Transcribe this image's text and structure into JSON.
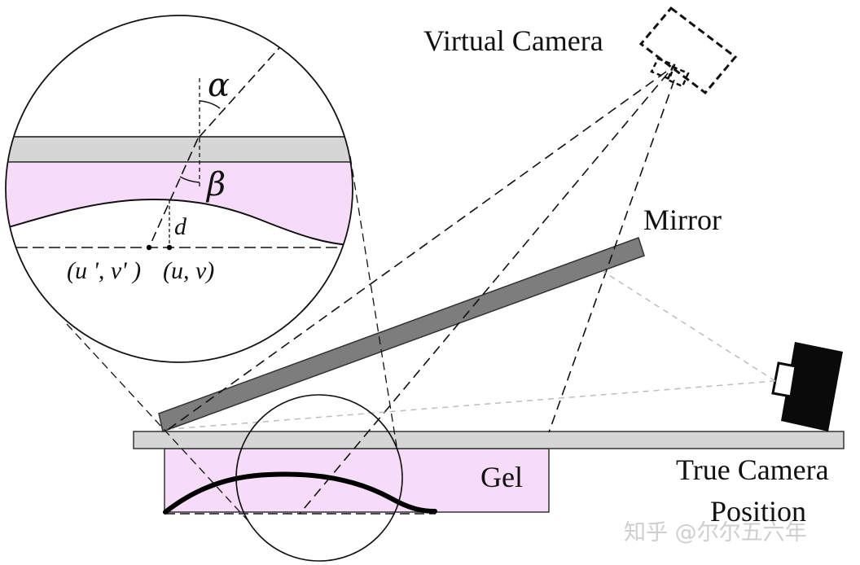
{
  "labels": {
    "virtual_camera": "Virtual Camera",
    "mirror": "Mirror",
    "true_camera_line1": "True Camera",
    "true_camera_line2": "Position",
    "gel": "Gel",
    "alpha": "α",
    "beta": "β",
    "d": "d",
    "uv_prime": "(u ', v' )",
    "uv": "(u, v)"
  },
  "watermark": "知乎 @尔尔五六年",
  "colors": {
    "gel_fill": "#f6dcf8",
    "glass_fill": "#d6d6d6",
    "mirror_fill": "#7d7d7d",
    "camera_fill": "#0a0a0a",
    "line": "#111111"
  }
}
